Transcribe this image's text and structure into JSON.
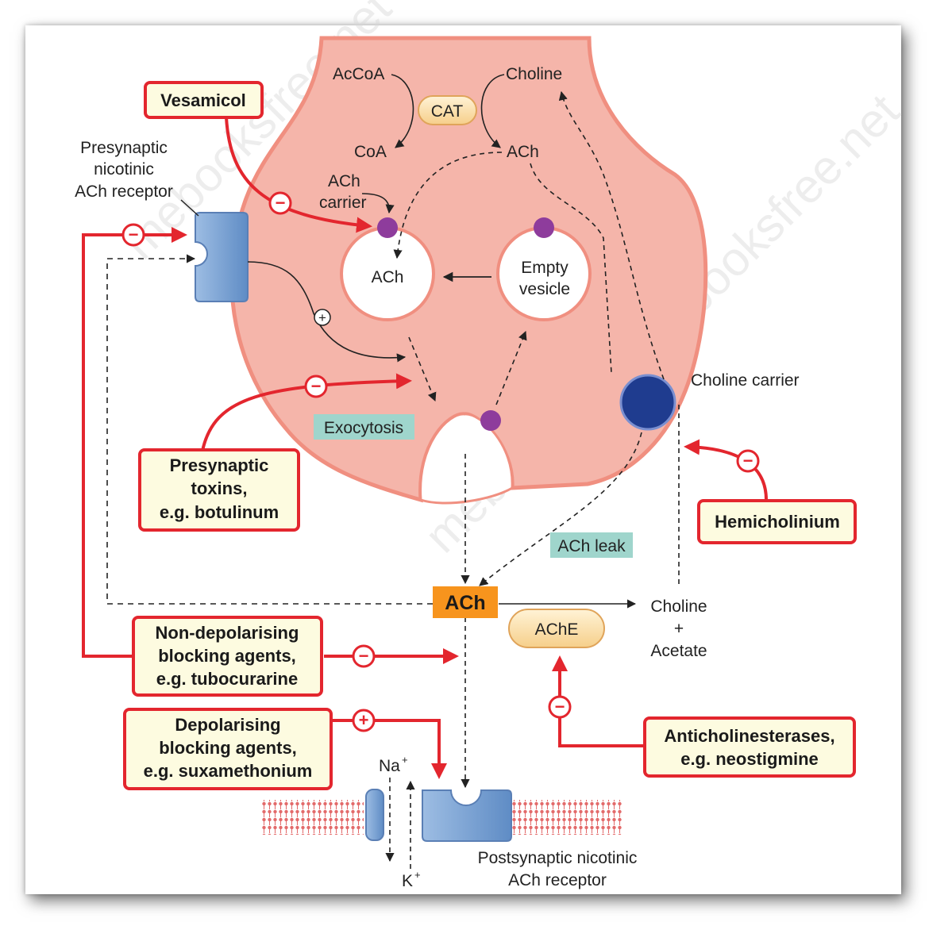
{
  "watermark": "mebooksfree.net",
  "labels": {
    "accoa": "AcCoA",
    "choline_top": "Choline",
    "cat": "CAT",
    "coa": "CoA",
    "ach_product": "ACh",
    "ach_carrier_1": "ACh",
    "ach_carrier_2": "carrier",
    "vesicle_ach": "ACh",
    "empty_vesicle_1": "Empty",
    "empty_vesicle_2": "vesicle",
    "presynaptic_receptor_1": "Presynaptic",
    "presynaptic_receptor_2": "nicotinic",
    "presynaptic_receptor_3": "ACh receptor",
    "exocytosis": "Exocytosis",
    "choline_carrier": "Choline carrier",
    "ach_leak": "ACh leak",
    "ach_cleft": "ACh",
    "ache": "AChE",
    "choline_product": "Choline",
    "plus": "+",
    "acetate": "Acetate",
    "na": "Na",
    "na_sup": "+",
    "k": "K",
    "k_sup": "+",
    "postsynaptic_receptor_1": "Postsynaptic nicotinic",
    "postsynaptic_receptor_2": "ACh receptor"
  },
  "boxes": {
    "vesamicol": "Vesamicol",
    "toxins_1": "Presynaptic",
    "toxins_2": "toxins,",
    "toxins_3": "e.g. botulinum",
    "hemicholinium": "Hemicholinium",
    "nondepol_1": "Non-depolarising",
    "nondepol_2": "blocking agents,",
    "nondepol_3": "e.g. tubocurarine",
    "depol_1": "Depolarising",
    "depol_2": "blocking agents,",
    "depol_3": "e.g. suxamethonium",
    "antiche_1": "Anticholinesterases,",
    "antiche_2": "e.g. neostigmine"
  },
  "signs": {
    "minus": "−",
    "plus": "+"
  },
  "colors": {
    "terminal_fill": "#f5b5aa",
    "terminal_stroke": "#f08f80",
    "drug_box_fill": "#fdfbe0",
    "drug_box_stroke": "#e3262e",
    "inhibit_arrow": "#e3262e",
    "ach_box": "#f7941d",
    "teal_label": "#9fd5cc",
    "receptor": "#7ea7d6",
    "choline_carrier": "#1f3c8f",
    "vesicle_dot": "#8e3c9c",
    "membrane": "#e36a6a"
  }
}
